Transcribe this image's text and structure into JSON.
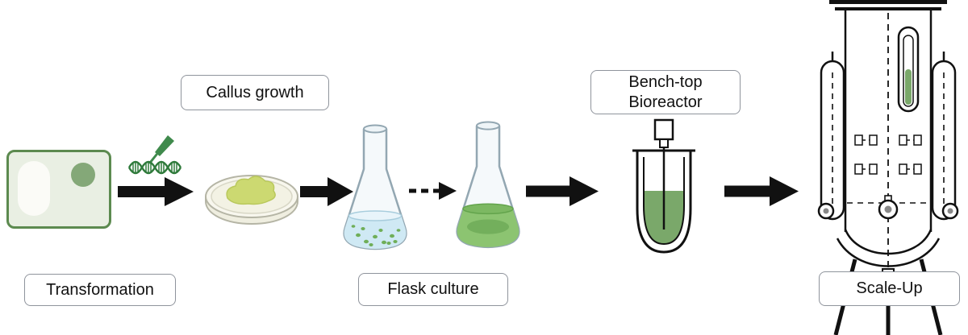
{
  "labels": {
    "transformation": "Transformation",
    "callus_growth": "Callus growth",
    "flask_culture": "Flask culture",
    "benchtop_line1": "Bench-top",
    "benchtop_line2": "Bioreactor",
    "scale_up": "Scale-Up"
  },
  "icons": {
    "transformation_plate": "culture-plate-with-colony",
    "dna_injection": "dna-strand-with-pipette",
    "callus_dish": "petri-dish-with-callus",
    "flask_start": "erlenmeyer-flask-cell-suspension",
    "flask_grown": "erlenmeyer-flask-green-culture",
    "benchtop_bioreactor": "stirred-benchtop-bioreactor",
    "scaleup_bioreactor": "industrial-bioreactor-line-art",
    "solid_arrow": "right-arrow",
    "dashed_arrow": "dashed-right-arrow"
  },
  "colors": {
    "plate_border": "#5c8a4f",
    "plate_fill": "#e9efe3",
    "colony_green": "#84a878",
    "callus_green": "#ccd971",
    "liquid_blue": "#cfe9f4",
    "culture_green": "#8cc471",
    "bioreactor_liquid": "#7aa86a",
    "dna_green": "#2f7a3b",
    "arrow_black": "#111111",
    "box_border": "#8f949c"
  }
}
